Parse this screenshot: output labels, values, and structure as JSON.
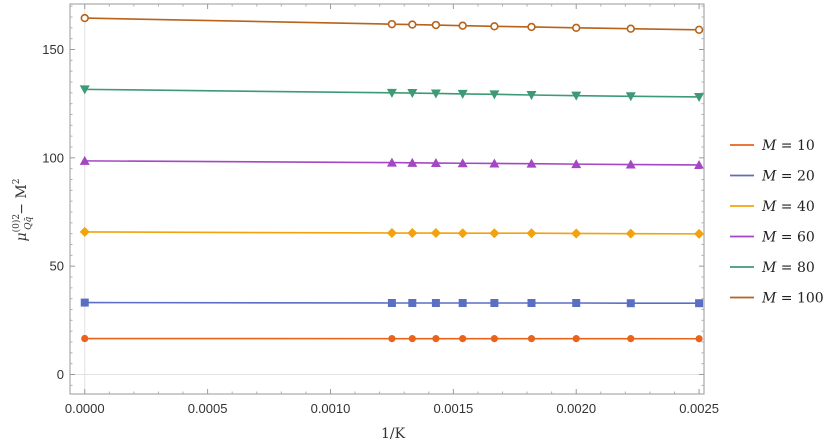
{
  "chart_data": {
    "type": "line",
    "title": "",
    "xlabel": "1/K",
    "ylabel": "μ_{Qq̄}^{(0)2} − M^2",
    "ylabel_parts": {
      "mu": "μ",
      "sub": "Qq̄",
      "sup": "(0)2",
      "rest": "− M",
      "rest_sup": "2"
    },
    "xlim": [
      -6e-05,
      0.00252
    ],
    "ylim": [
      -9,
      171
    ],
    "x_ticks": [
      0.0,
      0.0005,
      0.001,
      0.0015,
      0.002,
      0.0025
    ],
    "x_tick_labels": [
      "0.0000",
      "0.0005",
      "0.0010",
      "0.0015",
      "0.0020",
      "0.0025"
    ],
    "y_ticks": [
      0,
      50,
      100,
      150
    ],
    "y_tick_labels": [
      "0",
      "50",
      "100",
      "150"
    ],
    "grid": "vertical-and-horizontal-at-zero",
    "legend_position": "right",
    "x": [
      0.0,
      0.00125,
      0.001333,
      0.001429,
      0.001538,
      0.001667,
      0.001818,
      0.002,
      0.002222,
      0.0025
    ],
    "series": [
      {
        "name": "M = 10",
        "var": "M",
        "eq": " = 10",
        "color": "#e8641c",
        "marker": "circle",
        "values": [
          16.6,
          16.55,
          16.55,
          16.55,
          16.55,
          16.55,
          16.55,
          16.55,
          16.55,
          16.5
        ]
      },
      {
        "name": "M = 20",
        "var": "M",
        "eq": " = 20",
        "color": "#5b6fc2",
        "marker": "square",
        "values": [
          33.2,
          33.0,
          33.0,
          33.0,
          33.0,
          33.0,
          33.0,
          33.0,
          32.9,
          32.9
        ]
      },
      {
        "name": "M = 40",
        "var": "M",
        "eq": " = 40",
        "color": "#f2a20c",
        "marker": "diamond",
        "values": [
          65.8,
          65.3,
          65.3,
          65.3,
          65.2,
          65.2,
          65.2,
          65.1,
          65.0,
          64.9
        ]
      },
      {
        "name": "M = 60",
        "var": "M",
        "eq": " = 60",
        "color": "#a447c2",
        "marker": "triangle-up",
        "values": [
          98.6,
          97.8,
          97.7,
          97.6,
          97.5,
          97.4,
          97.3,
          97.1,
          96.9,
          96.7
        ]
      },
      {
        "name": "M = 80",
        "var": "M",
        "eq": " = 80",
        "color": "#3e9a76",
        "marker": "triangle-down",
        "values": [
          131.6,
          130.0,
          129.9,
          129.7,
          129.5,
          129.3,
          129.0,
          128.7,
          128.4,
          128.1
        ]
      },
      {
        "name": "M = 100",
        "var": "M",
        "eq": " = 100",
        "color": "#b8621a",
        "marker": "open-circle",
        "values": [
          164.5,
          161.7,
          161.5,
          161.3,
          161.0,
          160.7,
          160.4,
          160.0,
          159.6,
          159.1
        ]
      }
    ]
  }
}
